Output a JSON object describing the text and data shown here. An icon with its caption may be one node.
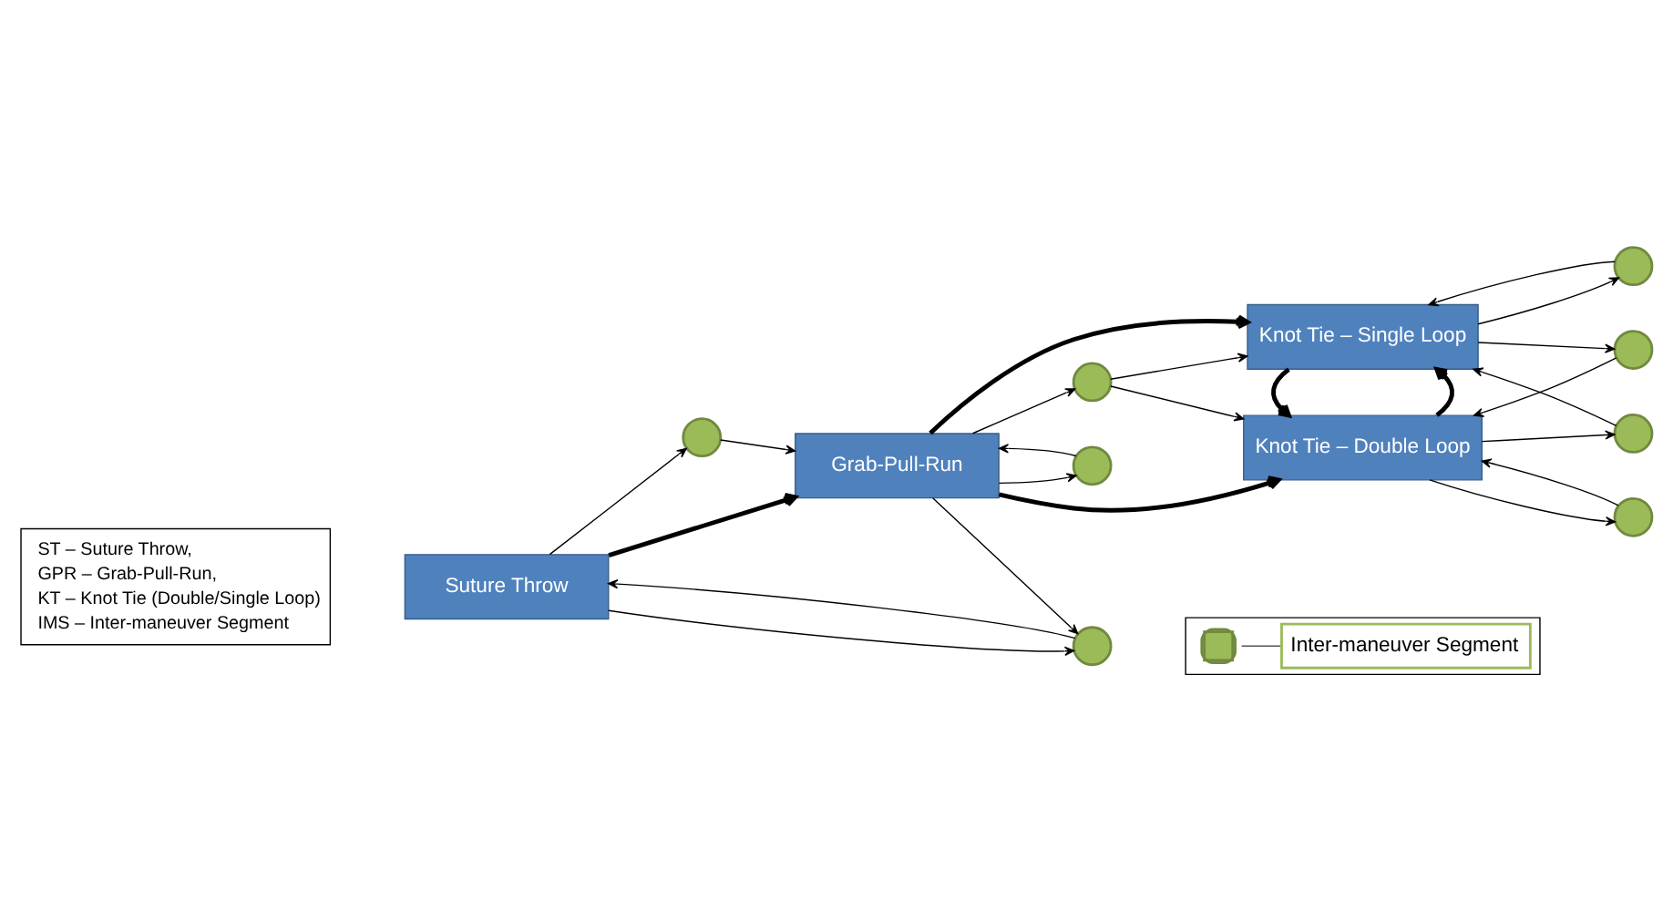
{
  "diagram": {
    "nodes": [
      {
        "text": [
          "Suture Throw"
        ]
      },
      {
        "text": [
          "Grab-Pull-Run"
        ]
      },
      {
        "text": [
          "Knot Tie – Double Loop"
        ]
      },
      {
        "text": [
          "Knot Tie – Single Loop"
        ]
      },
      {
        "text": [],
        "shape": "circle"
      },
      {
        "text": [],
        "shape": "circle"
      },
      {
        "text": [],
        "shape": "circle"
      },
      {
        "text": [],
        "shape": "circle"
      },
      {
        "text": [],
        "shape": "circle"
      },
      {
        "text": [],
        "shape": "circle"
      },
      {
        "text": [],
        "shape": "circle"
      },
      {
        "text": [],
        "shape": "circle"
      }
    ],
    "edges": [
      {
        "from": 0,
        "to": 4,
        "arrow": "to"
      },
      {
        "from": 4,
        "to": 1,
        "arrow": "to"
      },
      {
        "from": 0,
        "to": 1,
        "arrow": "to",
        "style": "thick"
      },
      {
        "from": 0,
        "to": 5,
        "arrow": "to"
      },
      {
        "from": 5,
        "to": 0,
        "arrow": "to"
      },
      {
        "from": 1,
        "to": 5,
        "arrow": "to"
      },
      {
        "from": 6,
        "to": 1,
        "arrow": "to"
      },
      {
        "from": 1,
        "to": 6,
        "arrow": "to"
      },
      {
        "from": 1,
        "to": 2,
        "arrow": "to",
        "style": "thick"
      },
      {
        "from": 1,
        "to": 3,
        "arrow": "to",
        "style": "thick"
      },
      {
        "from": 1,
        "to": 7,
        "arrow": "to"
      },
      {
        "from": 7,
        "to": 2,
        "arrow": "to"
      },
      {
        "from": 7,
        "to": 3,
        "arrow": "to"
      },
      {
        "from": 8,
        "to": 2,
        "arrow": "to"
      },
      {
        "from": 2,
        "to": 8,
        "arrow": "to"
      },
      {
        "from": 2,
        "to": 9,
        "arrow": "to"
      },
      {
        "from": 9,
        "to": 3,
        "arrow": "to"
      },
      {
        "from": 2,
        "to": 3,
        "arrow": "to",
        "style": "thick"
      },
      {
        "from": 3,
        "to": 2,
        "arrow": "to",
        "style": "thick"
      },
      {
        "from": 3,
        "to": 10,
        "arrow": "to"
      },
      {
        "from": 10,
        "to": 2,
        "arrow": "to"
      },
      {
        "from": 11,
        "to": 3,
        "arrow": "to"
      },
      {
        "from": 3,
        "to": 11,
        "arrow": "to"
      }
    ],
    "labels": [
      "ST – Suture Throw,",
      "GPR – Grab-Pull-Run,",
      "KT – Knot Tie (Double/Single Loop)",
      "IMS – Inter-maneuver Segment"
    ],
    "legend": [
      {
        "text": "Inter-maneuver Segment"
      }
    ]
  }
}
